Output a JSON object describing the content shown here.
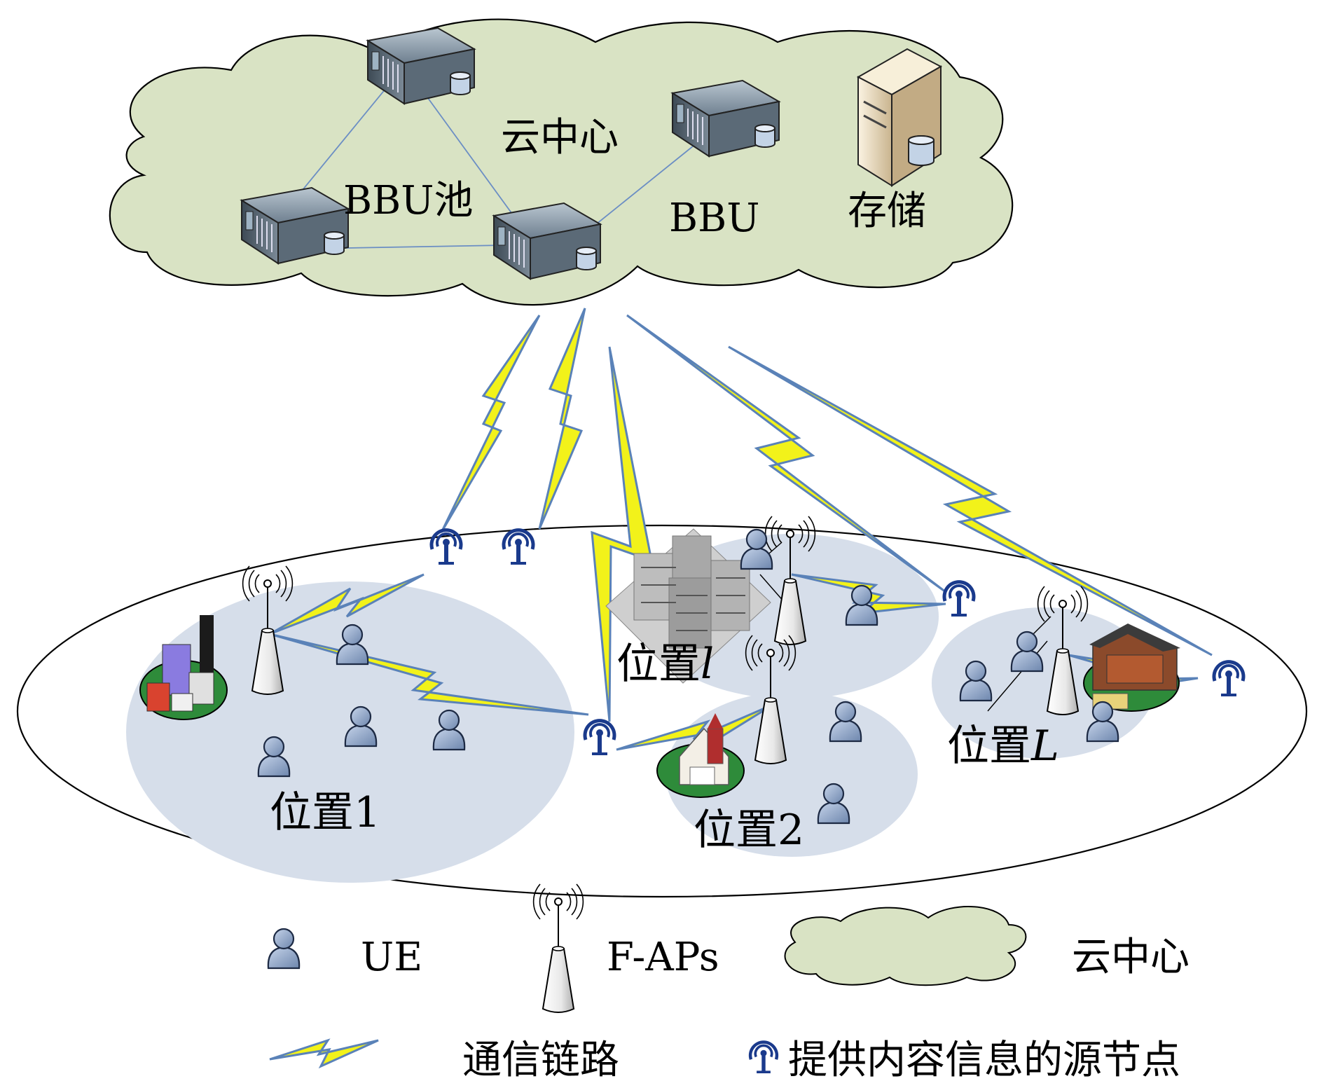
{
  "cloud": {
    "center_label": "云中心",
    "bbu_pool_label": "BBU池",
    "bbu_label": "BBU",
    "storage_label": "存储"
  },
  "locations": {
    "loc1": "位置1",
    "loc2_prefix": "位置",
    "loc2_suffix": "2",
    "locl_prefix": "位置",
    "locl_suffix": "l",
    "locL_prefix": "位置",
    "locL_suffix": "L"
  },
  "legend": {
    "ue": "UE",
    "faps": "F-APs",
    "cloud_center": "云中心",
    "comm_link": "通信链路",
    "source_node": "提供内容信息的源节点"
  },
  "colors": {
    "cloud_fill": "#d9e3c4",
    "area_fill": "#d6deea",
    "link_yellow": "#f2f21a",
    "link_blue": "#5a82b8",
    "ue_fill": "#8aa3c8",
    "source_node": "#1a3a8c"
  }
}
